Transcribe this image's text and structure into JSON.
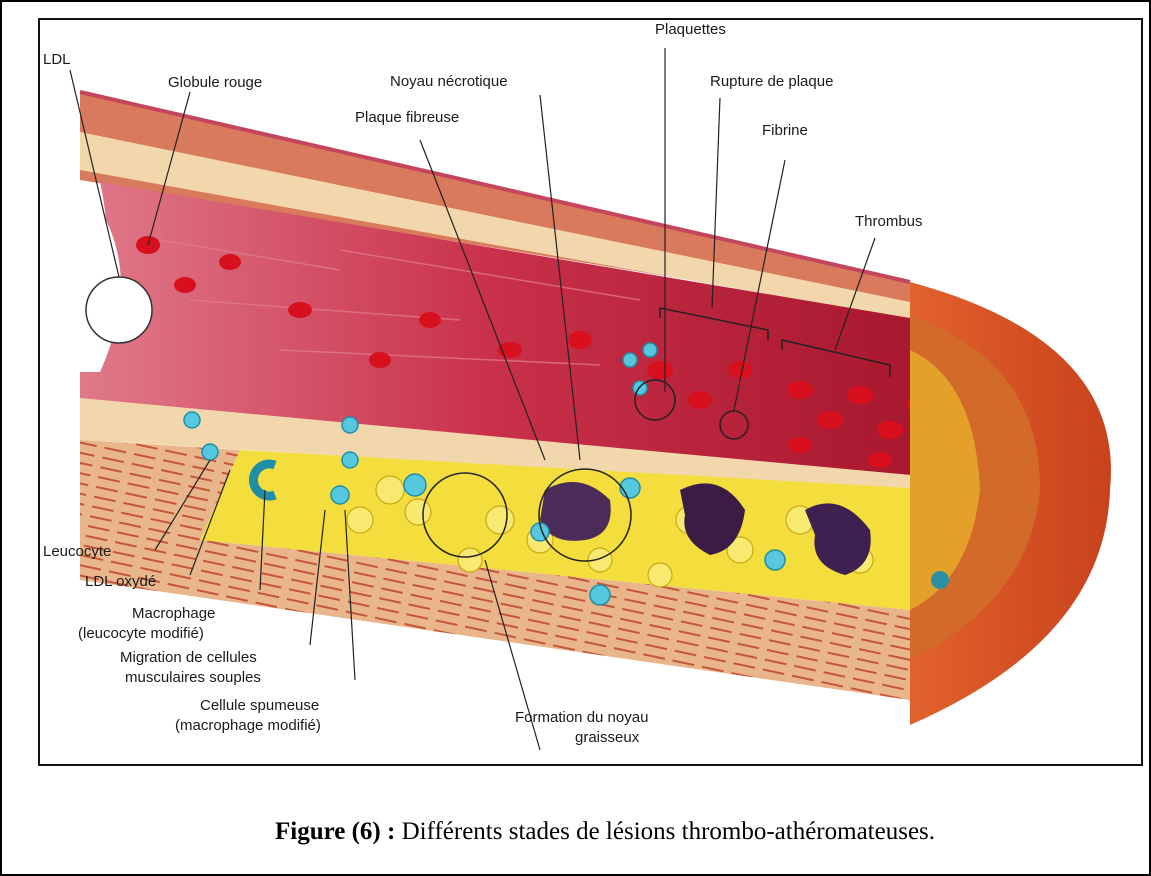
{
  "labels": {
    "ldl": "LDL",
    "globule_rouge": "Globule rouge",
    "noyau_necrotique": "Noyau nécrotique",
    "plaquettes": "Plaquettes",
    "rupture_de_plaque": "Rupture de plaque",
    "plaque_fibreuse": "Plaque fibreuse",
    "fibrine": "Fibrine",
    "thrombus": "Thrombus",
    "leucocyte": "Leucocyte",
    "ldl_oxyde": "LDL oxydé",
    "macrophage_line1": "Macrophage",
    "macrophage_line2": "(leucocyte modifié)",
    "migration_line1": "Migration de cellules",
    "migration_line2": "musculaires souples",
    "cellule_spumeuse_line1": "Cellule spumeuse",
    "cellule_spumeuse_line2": "(macrophage modifié)",
    "formation_line1": "Formation du noyau",
    "formation_line2": "graisseux"
  },
  "caption": {
    "bold": "Figure (6) :",
    "text": " Différents stades de lésions thrombo-athéromateuses."
  },
  "colors": {
    "wall_outer": "#d9775a",
    "wall_media": "#f1d2a6",
    "lumen": "#c9304a",
    "red_cell": "#d8101e",
    "plaque": "#f4e040",
    "necrotic": "#4a2a55",
    "leukocyte": "#55c7de"
  }
}
